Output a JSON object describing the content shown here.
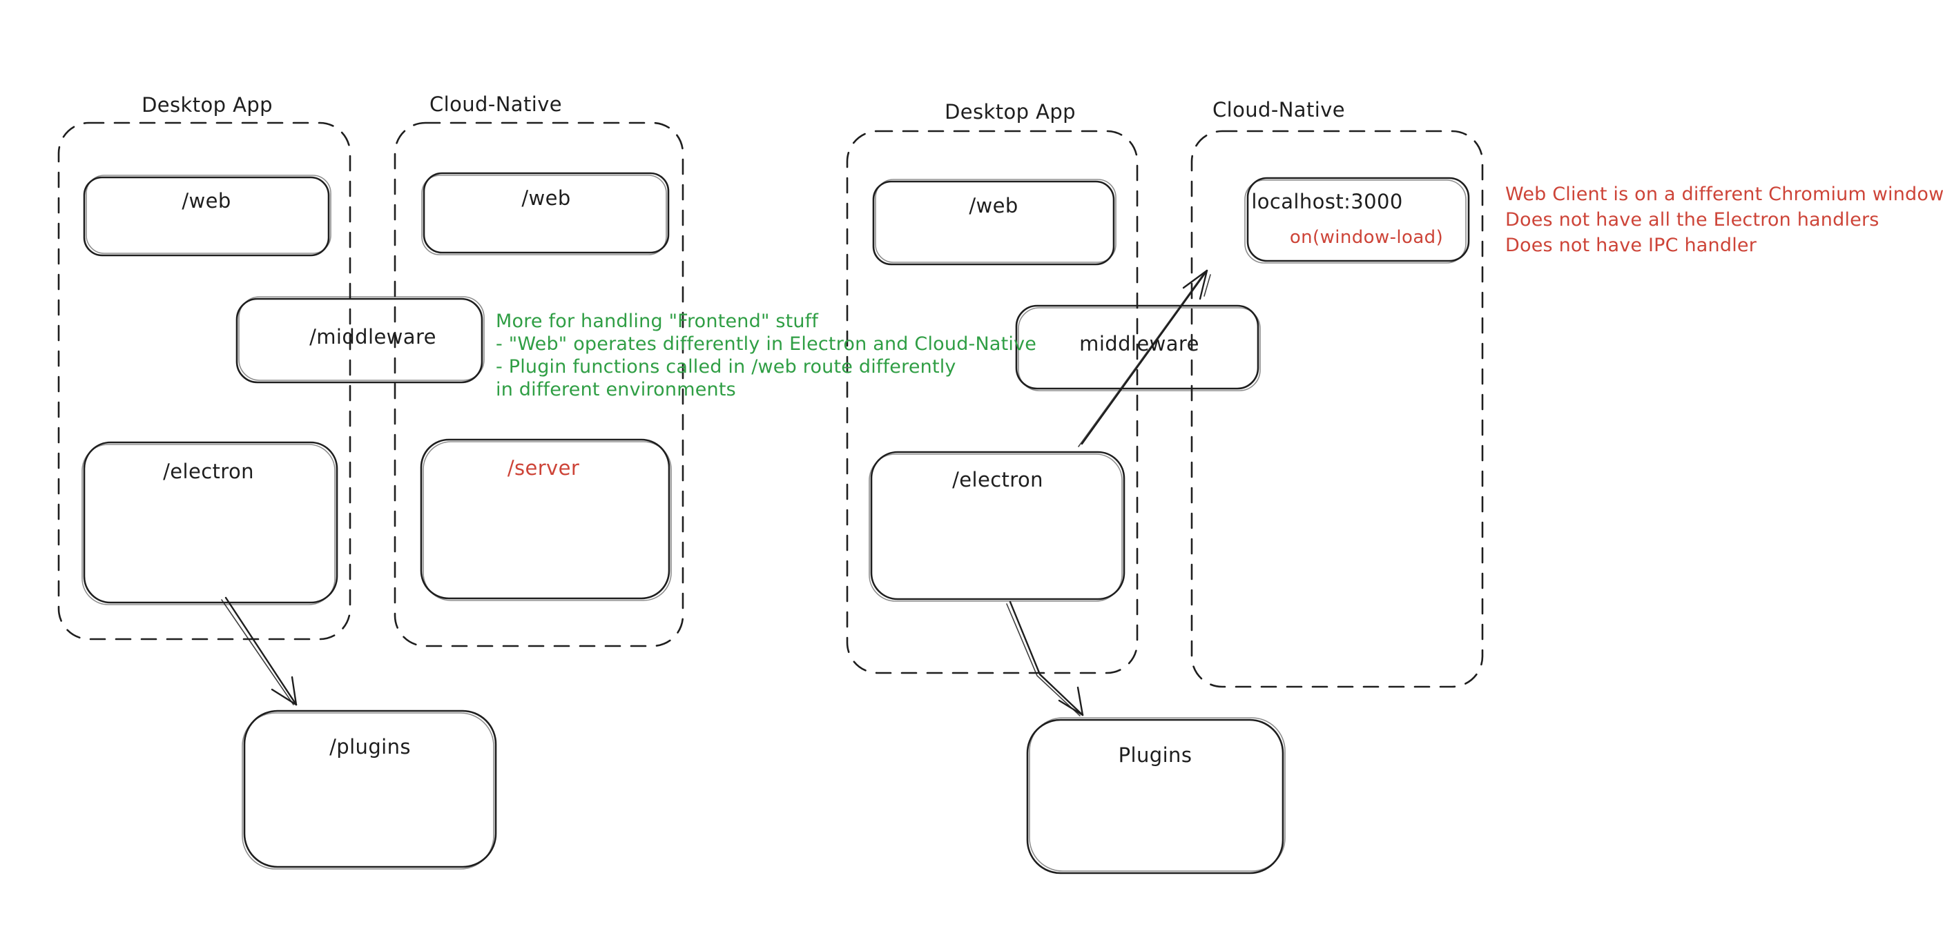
{
  "colors": {
    "stroke": "#1e1e1e",
    "annotation_green": "#2f9e44",
    "annotation_red": "#cd4438",
    "background": "#ffffff"
  },
  "left": {
    "desktop_label": "Desktop App",
    "cloud_label": "Cloud-Native",
    "web_desktop_label": "/web",
    "web_cloud_label": "/web",
    "middleware_label": "/middleware",
    "electron_label": "/electron",
    "server_label": "/server",
    "plugins_label": "/plugins",
    "green_note_lines": [
      "More for handling \"Frontend\" stuff",
      "- \"Web\" operates differently in Electron and Cloud-Native",
      "- Plugin functions called in /web route differently",
      "in different environments"
    ]
  },
  "right": {
    "desktop_label": "Desktop App",
    "cloud_label": "Cloud-Native",
    "web_label": "/web",
    "localhost_label": "localhost:3000",
    "window_load_label": "on(window-load)",
    "middleware_label": "middleware",
    "electron_label": "/electron",
    "plugins_label": "Plugins",
    "red_note_lines": [
      "Web Client is on a different Chromium window",
      "Does not have all the Electron handlers",
      "Does not have IPC handler"
    ]
  }
}
